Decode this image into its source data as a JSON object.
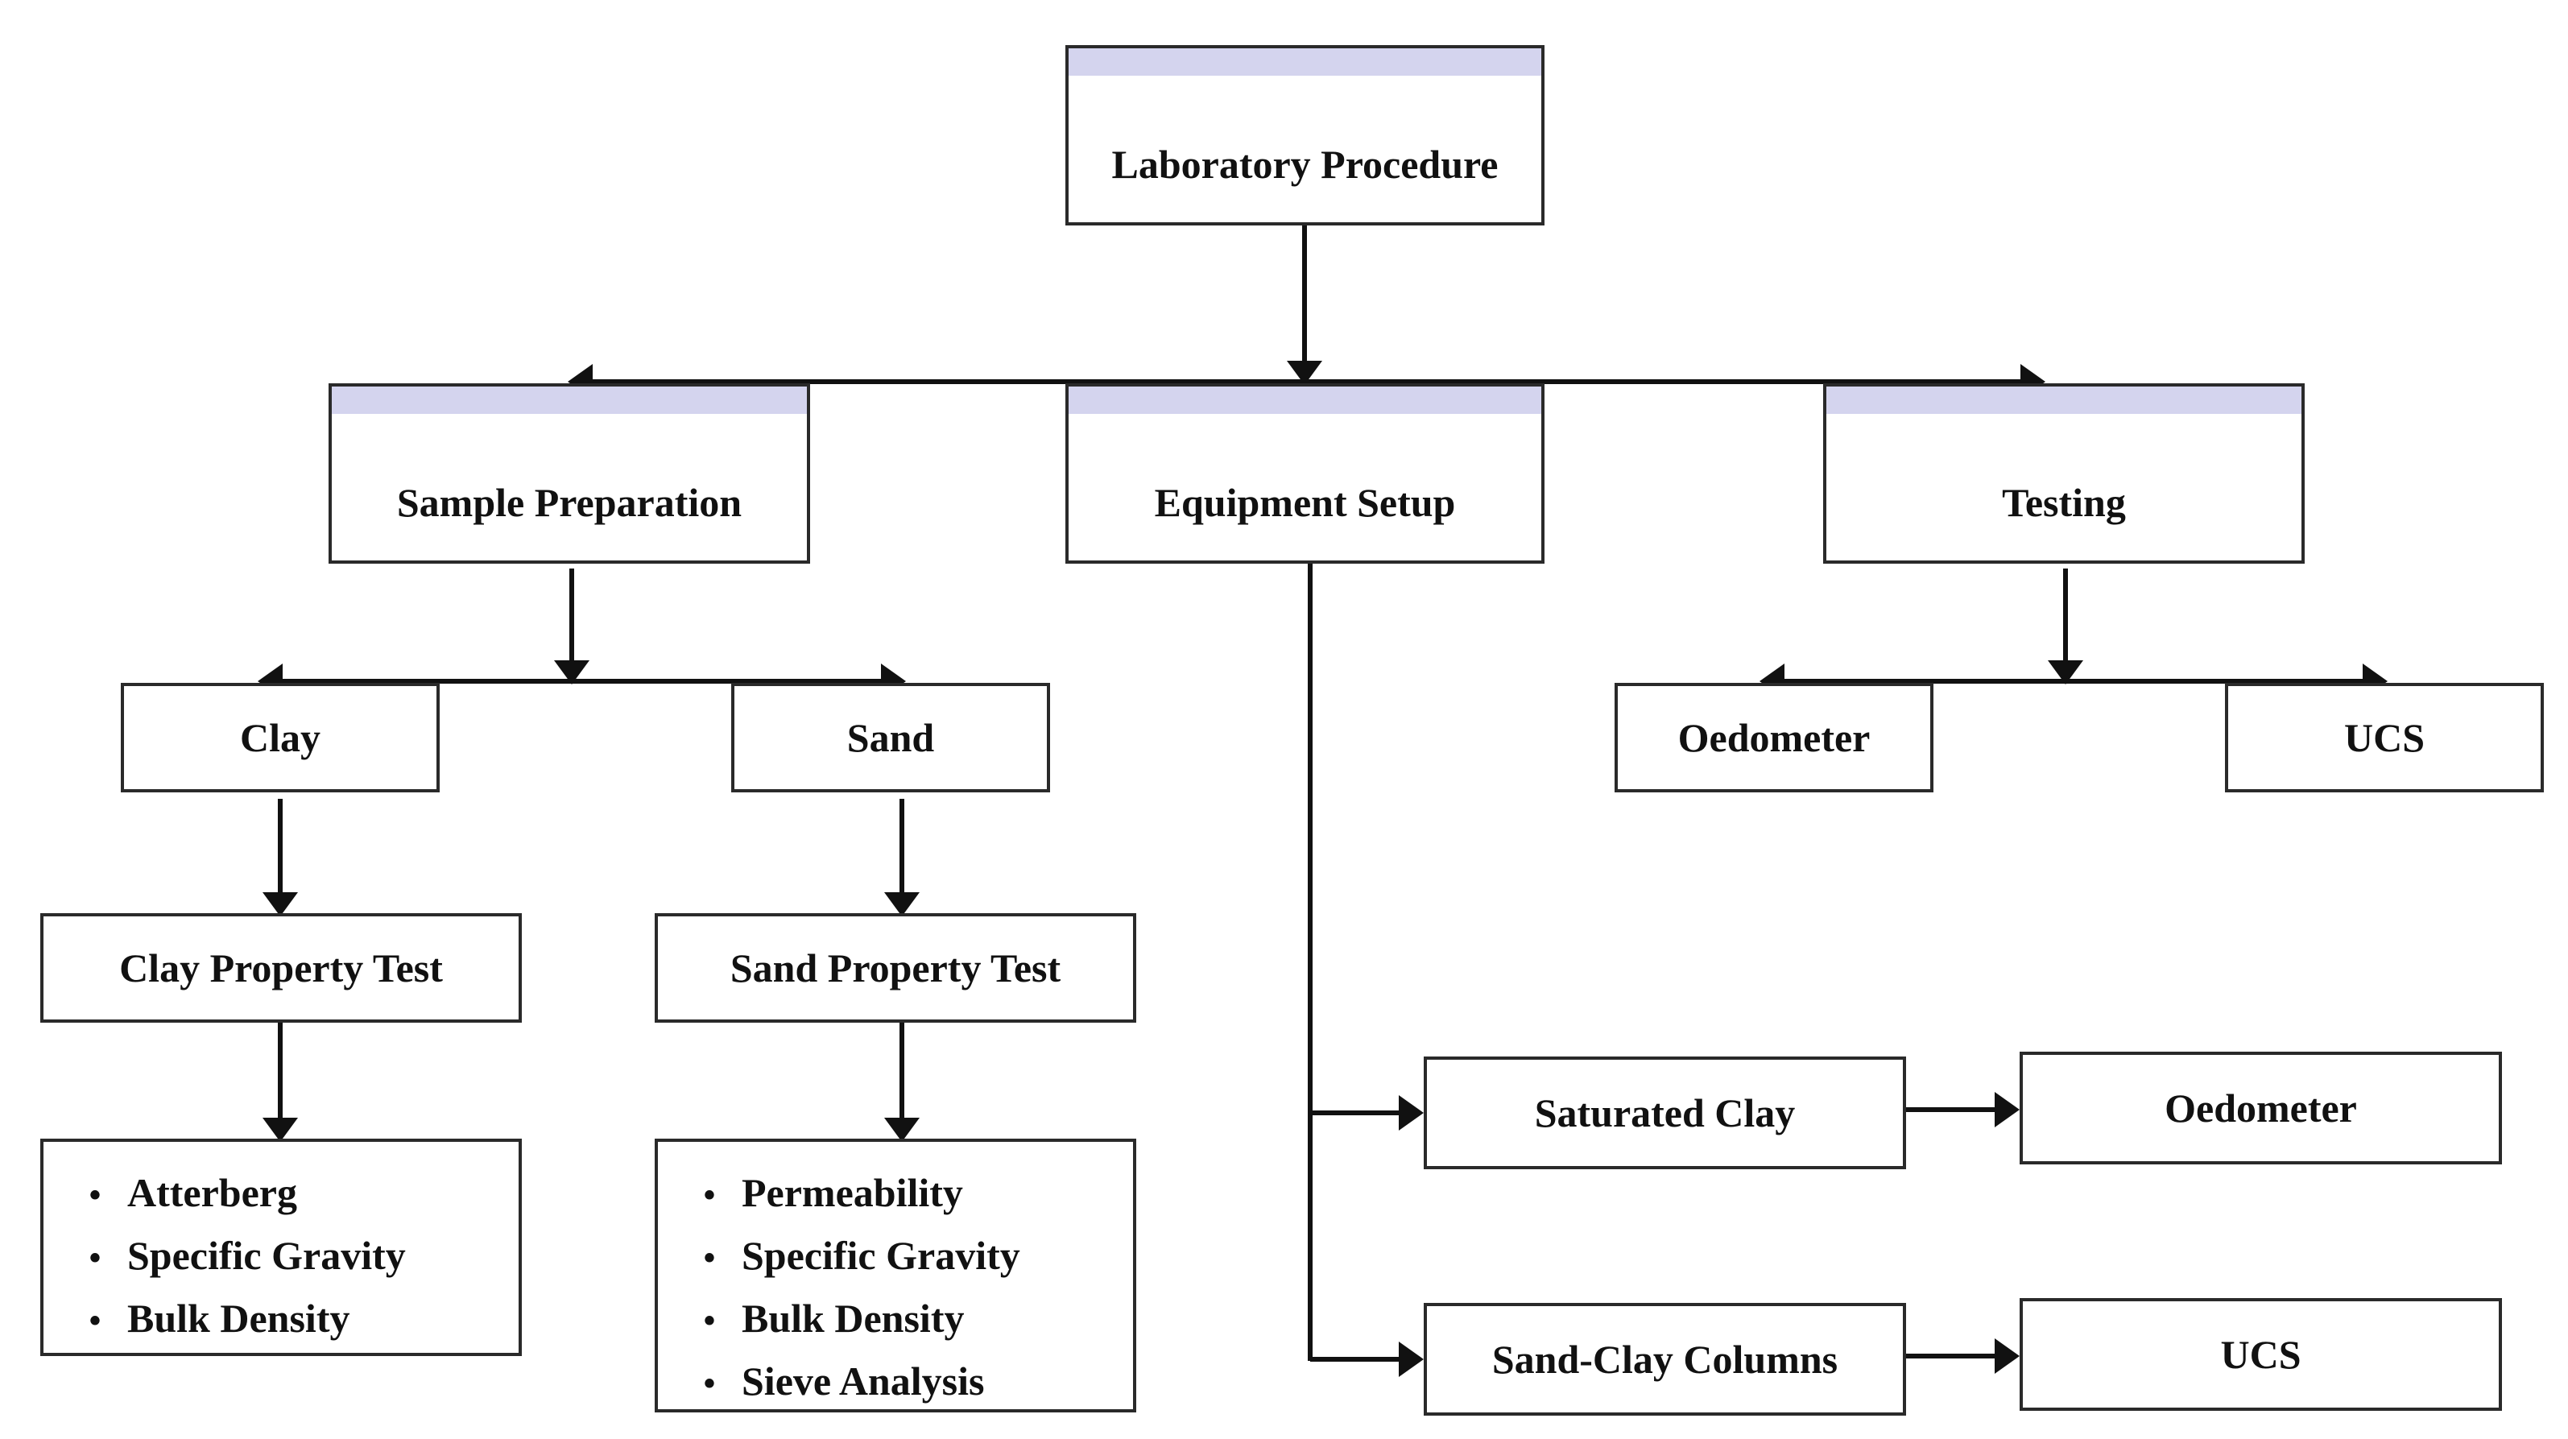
{
  "nodes": {
    "laboratory_procedure": "Laboratory Procedure",
    "sample_preparation": "Sample Preparation",
    "equipment_setup": "Equipment Setup",
    "testing": "Testing",
    "clay": "Clay",
    "sand": "Sand",
    "oedometer_top": "Oedometer",
    "ucs_top": "UCS",
    "clay_property_test": "Clay Property Test",
    "sand_property_test": "Sand Property Test",
    "saturated_clay": "Saturated Clay",
    "sand_clay_columns": "Sand-Clay Columns",
    "oedometer_bottom": "Oedometer",
    "ucs_bottom": "UCS"
  },
  "clay_tests": [
    "Atterberg",
    "Specific Gravity",
    "Bulk Density"
  ],
  "sand_tests": [
    "Permeability",
    "Specific Gravity",
    "Bulk Density",
    "Sieve Analysis"
  ],
  "bullet_glyph": "•",
  "colors": {
    "header_band": "#d4d4ee",
    "stroke": "#2a2a2a"
  }
}
